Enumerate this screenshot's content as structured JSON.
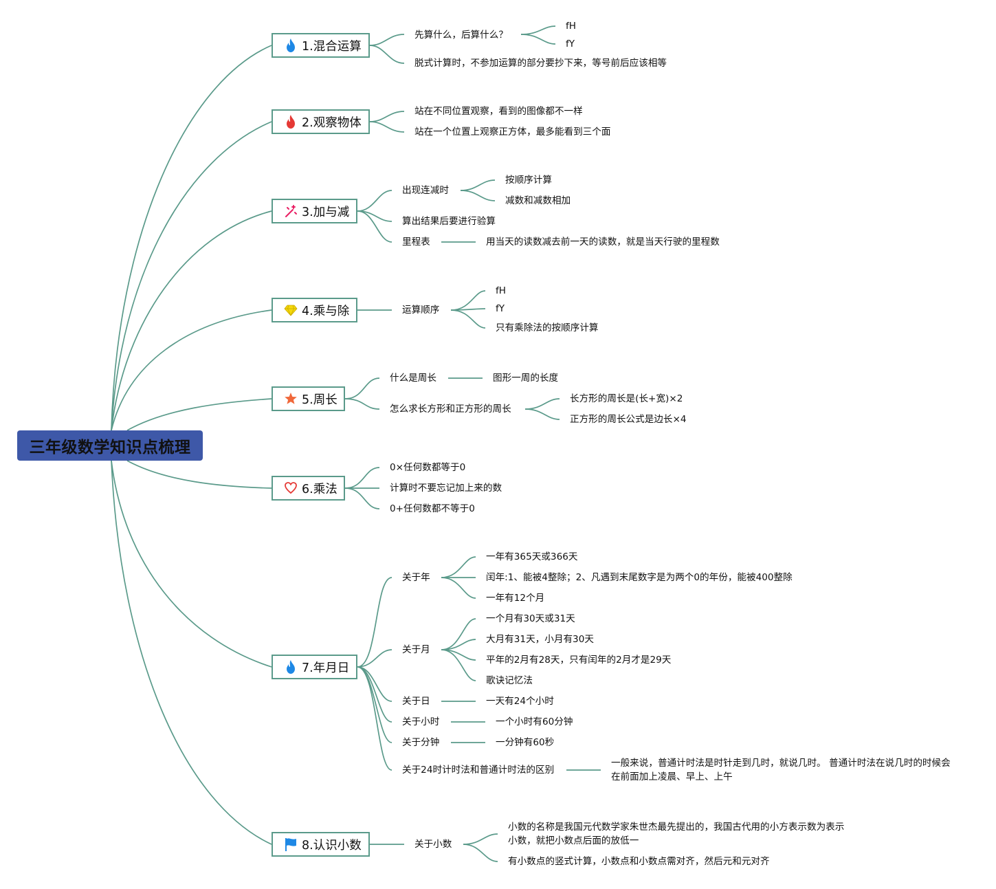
{
  "root": {
    "title": "三年级数学知识点梳理"
  },
  "branches": [
    {
      "label": "1.混合运算",
      "icon": "fire-icon",
      "icon_color": "#1e88e5"
    },
    {
      "label": "2.观察物体",
      "icon": "fire-icon",
      "icon_color": "#e53935"
    },
    {
      "label": "3.加与减",
      "icon": "sparkle-icon",
      "icon_color": "#e91e63"
    },
    {
      "label": "4.乘与除",
      "icon": "diamond-icon",
      "icon_color": "#f5d90a"
    },
    {
      "label": "5.周长",
      "icon": "star-icon",
      "icon_color": "#f0683a"
    },
    {
      "label": "6.乘法",
      "icon": "heart-icon",
      "icon_color": "#e53935"
    },
    {
      "label": "7.年月日",
      "icon": "fire-icon",
      "icon_color": "#1e88e5"
    },
    {
      "label": "8.认识小数",
      "icon": "flag-icon",
      "icon_color": "#1e88e5"
    }
  ],
  "nodes": {
    "b1_q": "先算什么，后算什么？",
    "b1_q_a1": "fH",
    "b1_q_a2": "fY",
    "b1_c2": "脱式计算时，不参加运算的部分要抄下来，等号前后应该相等",
    "b2_c1": "站在不同位置观察，看到的图像都不一样",
    "b2_c2": "站在一个位置上观察正方体，最多能看到三个面",
    "b3_c1": "出现连减时",
    "b3_c1_a1": "按顺序计算",
    "b3_c1_a2": "减数和减数相加",
    "b3_c2": "算出结果后要进行验算",
    "b3_c3": "里程表",
    "b3_c3_a1": "用当天的读数减去前一天的读数，就是当天行驶的里程数",
    "b4_c1": "运算顺序",
    "b4_c1_a1": "fH",
    "b4_c1_a2": "fY",
    "b4_c1_a3": "只有乘除法的按顺序计算",
    "b5_c1": "什么是周长",
    "b5_c1_a1": "图形一周的长度",
    "b5_c2": "怎么求长方形和正方形的周长",
    "b5_c2_a1": "长方形的周长是(长+宽)×2",
    "b5_c2_a2": "正方形的周长公式是边长×4",
    "b6_c1": "0×任何数都等于0",
    "b6_c2": "计算时不要忘记加上来的数",
    "b6_c3": "0+任何数都不等于0",
    "b7_c1": "关于年",
    "b7_c1_a1": "一年有365天或366天",
    "b7_c1_a2": "闰年:1、能被4整除；2、凡遇到末尾数字是为两个0的年份，能被400整除",
    "b7_c1_a3": "一年有12个月",
    "b7_c2": "关于月",
    "b7_c2_a1": "一个月有30天或31天",
    "b7_c2_a2": "大月有31天，小月有30天",
    "b7_c2_a3": "平年的2月有28天，只有闰年的2月才是29天",
    "b7_c2_a4": "歌诀记忆法",
    "b7_c3": "关于日",
    "b7_c3_a1": "一天有24个小时",
    "b7_c4": "关于小时",
    "b7_c4_a1": "一个小时有60分钟",
    "b7_c5": "关于分钟",
    "b7_c5_a1": "一分钟有60秒",
    "b7_c6": "关于24时计时法和普通计时法的区别",
    "b7_c6_a1": "一般来说，普通计时法是时针走到几时，就说几时。 普通计时法在说几时的时候会在前面加上凌晨、早上、上午",
    "b8_c1": "关于小数",
    "b8_c1_a1": "小数的名称是我国元代数学家朱世杰最先提出的，我国古代用的小方表示数为表示小数，就把小数点后面的放低一",
    "b8_c1_a2": "有小数点的竖式计算，小数点和小数点需对齐，然后元和元对齐"
  },
  "colors": {
    "root_bg": "#3e58a8",
    "line": "#5a9a8a"
  }
}
